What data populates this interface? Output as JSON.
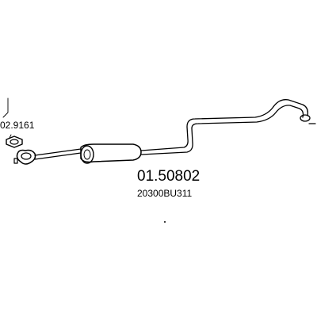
{
  "labels": {
    "gasket_part_number": "02.9161",
    "main_part_number": "01.50802",
    "oem_reference": "20300BU311"
  },
  "colors": {
    "line": "#000000",
    "background": "#ffffff"
  }
}
